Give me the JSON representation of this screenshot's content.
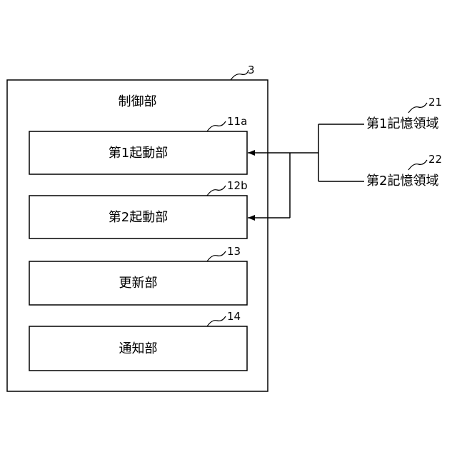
{
  "controller": {
    "label": "制御部",
    "ref": "3"
  },
  "units": [
    {
      "label": "第1起動部",
      "ref": "11a"
    },
    {
      "label": "第2起動部",
      "ref": "12b"
    },
    {
      "label": "更新部",
      "ref": "13"
    },
    {
      "label": "通知部",
      "ref": "14"
    }
  ],
  "storage": [
    {
      "label": "第1記憶領域",
      "ref": "21"
    },
    {
      "label": "第2記憶領域",
      "ref": "22"
    }
  ]
}
